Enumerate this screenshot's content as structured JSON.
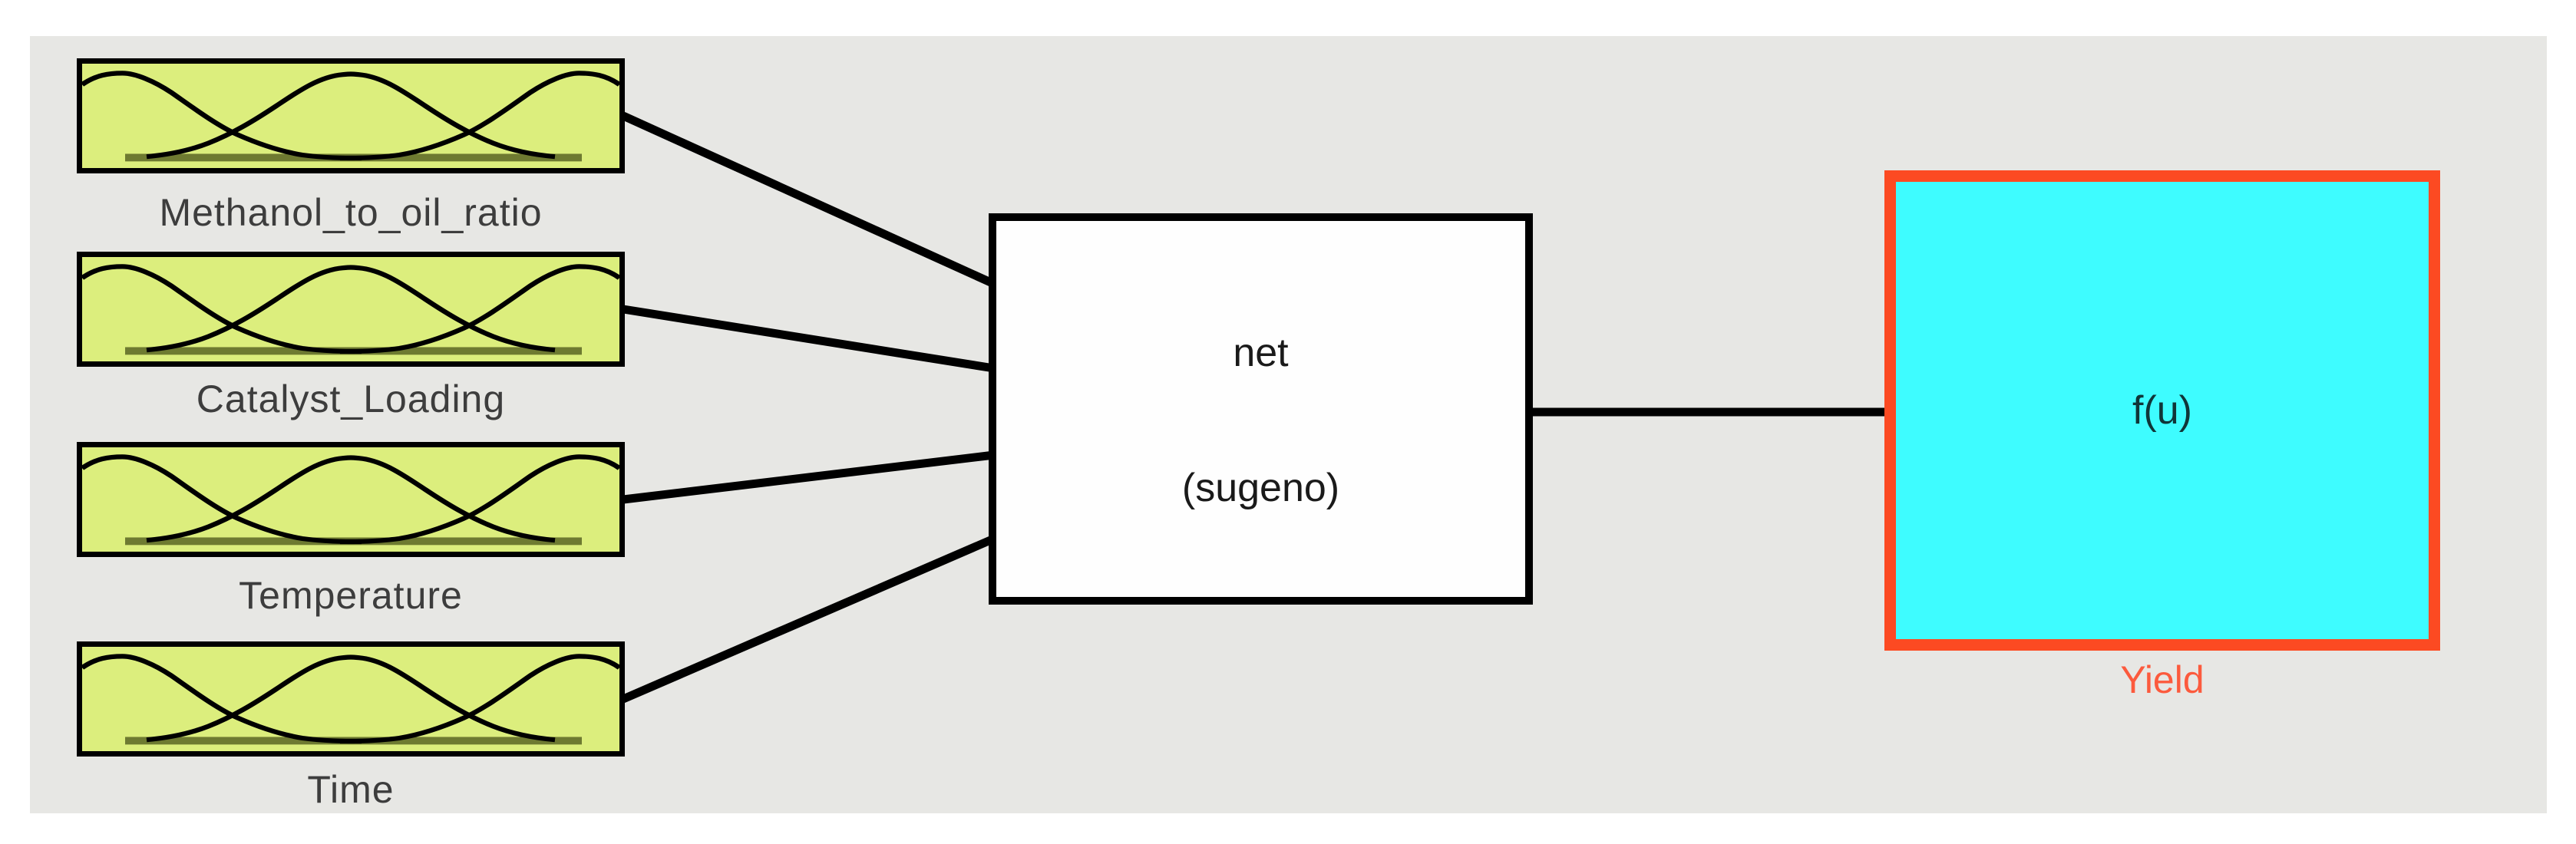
{
  "diagram": {
    "type": "fuzzy-inference-system-structure",
    "inputs": [
      {
        "label": "Methanol_to_oil_ratio"
      },
      {
        "label": "Catalyst_Loading"
      },
      {
        "label": "Temperature"
      },
      {
        "label": "Time"
      }
    ],
    "system": {
      "name": "net",
      "type": "(sugeno)"
    },
    "output": {
      "value": "f(u)",
      "label": "Yield"
    },
    "colors": {
      "panel_background": "#e7e7e4",
      "page_margin": "#ffffff",
      "input_fill": "#dcee7d",
      "input_border": "#000000",
      "input_baseline": "#6e7a31",
      "system_fill": "#fefefe",
      "system_border": "#000000",
      "output_fill": "#3efcff",
      "output_border": "#fc4a22",
      "output_label_color": "#fc5a3d",
      "label_color": "#3d3d3d",
      "connection_color": "#000000"
    }
  }
}
